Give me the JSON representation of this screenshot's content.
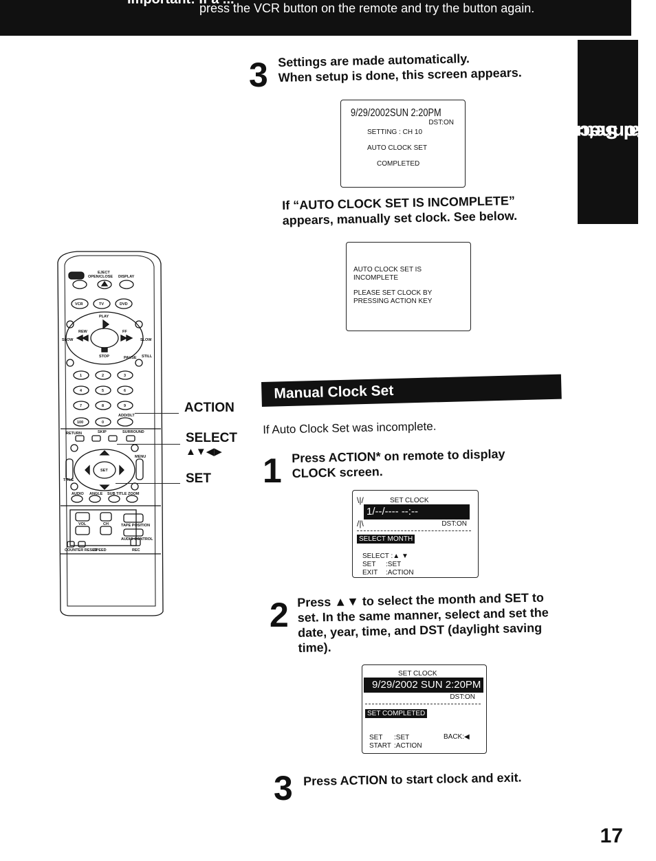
{
  "header": {
    "bar_text_partial": "Important: If a ...",
    "bar_text": "press the VCR button on the remote and try the button again."
  },
  "side_tab": {
    "line1": "Initial Setup",
    "line2": "(Connection)"
  },
  "step3a": {
    "number": "3",
    "line1": "Settings are made automatically.",
    "line2": "When setup is done, this screen appears."
  },
  "screen1": {
    "datetime": "9/29/2002SUN  2:20PM",
    "dst": "DST:ON",
    "setting": "SETTING : CH 10",
    "line3": "AUTO CLOCK SET",
    "line4": "COMPLETED"
  },
  "incomplete_note": {
    "line1": "If “AUTO CLOCK SET IS INCOMPLETE”",
    "line2": "appears, manually set clock. See below."
  },
  "screen2": {
    "line1": "AUTO CLOCK SET IS",
    "line2": "INCOMPLETE",
    "line3": "PLEASE SET CLOCK BY",
    "line4": "PRESSING ACTION KEY"
  },
  "remote_labels": {
    "action": "ACTION",
    "select": "SELECT",
    "select_arrows": "▲▼◀▶",
    "set": "SET"
  },
  "remote": {
    "eject": "EJECT",
    "open_close": "OPEN/CLOSE",
    "display": "DISPLAY",
    "vcr": "VCR",
    "tv": "TV",
    "dvd": "DVD",
    "play": "PLAY",
    "stop": "STOP",
    "slow": "SLOW",
    "rew": "REW",
    "ff": "FF",
    "pause": "PAUSE",
    "still": "STILL",
    "n1": "1",
    "n2": "2",
    "n3": "3",
    "n4": "4",
    "n5": "5",
    "n6": "6",
    "n7": "7",
    "n8": "8",
    "n9": "9",
    "n100": "100",
    "n0": "0",
    "add_dlt": "ADD/DLT",
    "return": "RETURN",
    "skip": "SKIP",
    "surround": "SURROUND",
    "set_btn": "SET",
    "title": "TITLE",
    "menu": "MENU",
    "audio": "AUDIO",
    "angle": "ANGLE",
    "sub_title": "SUB TITLE",
    "zoom": "ZOOM",
    "vol": "VOL",
    "ch": "CH",
    "tape_position": "TAPE POSITION",
    "audio_control": "AUDIO CONTROL",
    "counter_reset": "COUNTER RESET",
    "speed": "SPEED",
    "rec": "REC"
  },
  "manual_banner": "Manual Clock Set",
  "manual_intro": "If Auto Clock Set was incomplete.",
  "step1": {
    "number": "1",
    "line1": "Press ACTION* on remote to display",
    "line2": "CLOCK screen."
  },
  "screen3": {
    "title": "SET CLOCK",
    "field": "1/--/----   --:--",
    "dst": "DST:ON",
    "mode": "SELECT MONTH",
    "sel_label": "SELECT :",
    "sel_value": "▲ ▼",
    "set_label": "SET",
    "set_value": ":SET",
    "exit_label": "EXIT",
    "exit_value": ":ACTION"
  },
  "step2": {
    "number": "2",
    "line1": "Press ▲▼ to select the month and SET to",
    "line2": "set. In the same manner, select and set the",
    "line3": "date, year, time, and DST (daylight saving",
    "line4": "time)."
  },
  "screen4": {
    "title": "SET CLOCK",
    "field": "9/29/2002 SUN  2:20PM",
    "dst": "DST:ON",
    "mode": "SET COMPLETED",
    "set_label": "SET",
    "set_value": ":SET",
    "start_label": "START",
    "start_value": ":ACTION",
    "back": "BACK:◀"
  },
  "step3b": {
    "number": "3",
    "text": "Press ACTION to start clock and exit."
  },
  "page_number": "17"
}
